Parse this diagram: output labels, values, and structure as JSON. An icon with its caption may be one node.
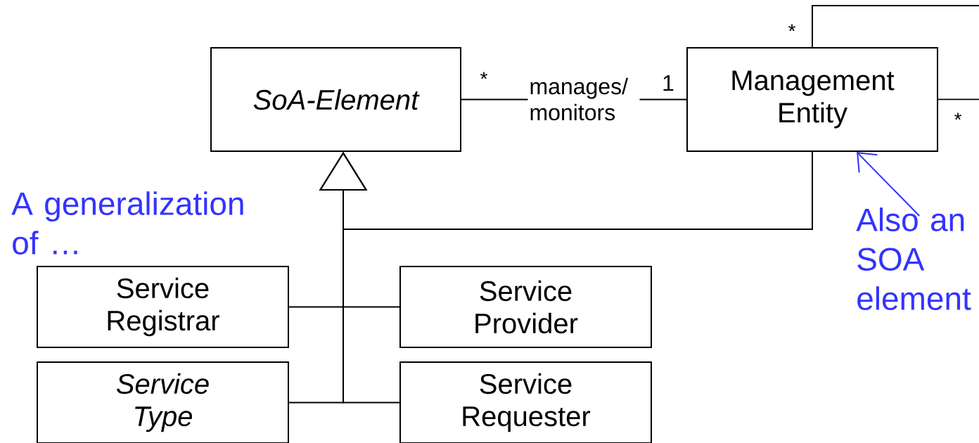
{
  "diagram": {
    "nodes": [
      {
        "text": [
          "SoA-Element"
        ]
      },
      {
        "text": [
          "Management Entity"
        ]
      },
      {
        "text": [
          "Service Registrar"
        ]
      },
      {
        "text": [
          "Service Provider"
        ]
      },
      {
        "text": [
          "Service Type"
        ]
      },
      {
        "text": [
          "Service Requester"
        ]
      },
      {
        "text": [
          "Also an SOA element"
        ]
      }
    ],
    "edges": [
      {
        "from": 0,
        "to": 1,
        "arrow": "none",
        "label": "manages/ monitors"
      },
      {
        "from": 1,
        "to": 1,
        "arrow": "none"
      },
      {
        "from": 1,
        "to": 0,
        "arrow": "to"
      },
      {
        "from": 2,
        "to": 0,
        "arrow": "to"
      },
      {
        "from": 3,
        "to": 0,
        "arrow": "to"
      },
      {
        "from": 4,
        "to": 0,
        "arrow": "to"
      },
      {
        "from": 5,
        "to": 0,
        "arrow": "to"
      },
      {
        "from": 6,
        "to": 1,
        "arrow": "to",
        "color": "#3333ff"
      }
    ],
    "labels": [
      "*",
      "*",
      "1",
      "*",
      "A generalization of …"
    ]
  }
}
